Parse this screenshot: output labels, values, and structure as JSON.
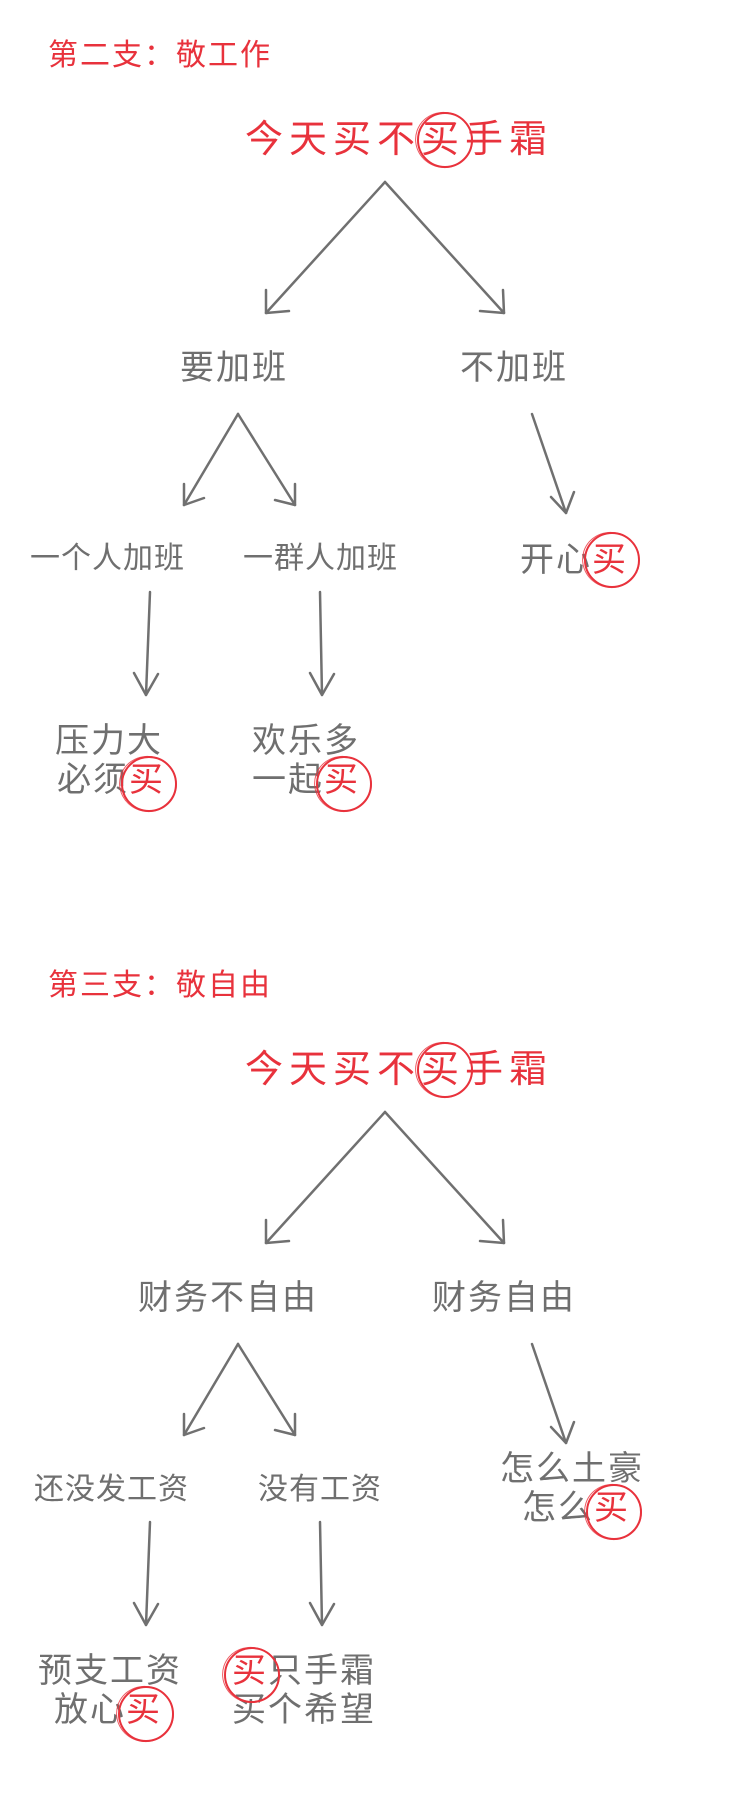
{
  "section1": {
    "heading": "第二支：敬工作",
    "root": {
      "prefix": "今天买不",
      "circled": "买",
      "suffix": "手霜"
    },
    "left": "要加班",
    "right": "不加班",
    "ll": "一个人加班",
    "lr": "一群人加班",
    "r_leaf": {
      "prefix": "开心",
      "circled": "买"
    },
    "ll_leaf": {
      "line1": "压力大",
      "line2_prefix": "必须",
      "circled": "买"
    },
    "lr_leaf": {
      "line1": "欢乐多",
      "line2_prefix": "一起",
      "circled": "买"
    }
  },
  "section2": {
    "heading": "第三支：敬自由",
    "root": {
      "prefix": "今天买不",
      "circled": "买",
      "suffix": "手霜"
    },
    "left": "财务不自由",
    "right": "财务自由",
    "ll": "还没发工资",
    "lr": "没有工资",
    "r_leaf": {
      "line1": "怎么土豪",
      "line2_prefix": "怎么",
      "circled": "买"
    },
    "ll_leaf": {
      "line1": "预支工资",
      "line2_prefix": "放心",
      "circled": "买"
    },
    "lr_leaf": {
      "circled": "买",
      "line1_suffix": "只手霜",
      "line2": "买个希望"
    }
  },
  "colors": {
    "accent": "#e8323c",
    "ink": "#6f6f6f"
  }
}
